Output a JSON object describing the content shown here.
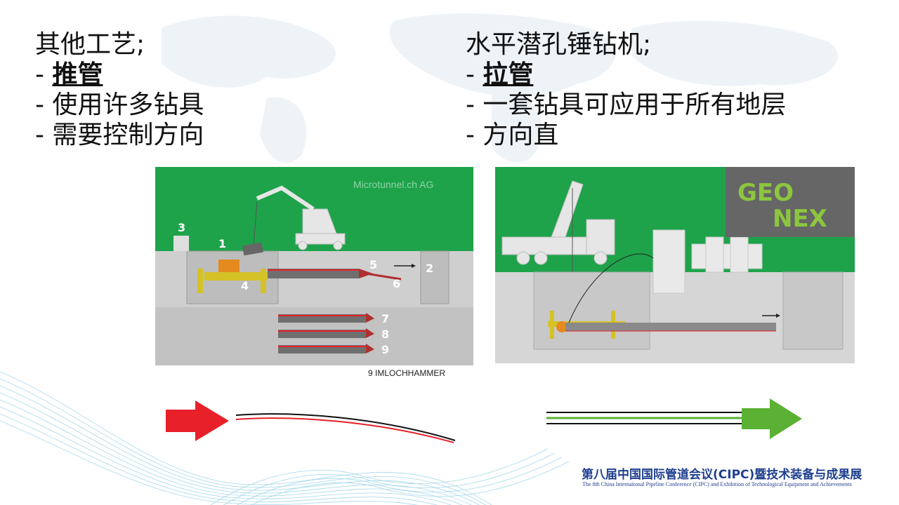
{
  "left": {
    "title": "其他工艺;",
    "bold_item": "- 推管",
    "items": [
      "- 使用许多钻具",
      "- 需要控制方向"
    ]
  },
  "right": {
    "title": "水平潜孔锤钻机;",
    "bold_item": "- 拉管",
    "items": [
      "- 一套钻具可应用于所有地层",
      "- 方向直"
    ]
  },
  "diagram_left": {
    "watermark": "Microtunnel.ch AG",
    "numbers": [
      "1",
      "2",
      "3",
      "4",
      "5",
      "6",
      "7",
      "8",
      "9"
    ],
    "caption": "9 IMLOCHHAMMER"
  },
  "diagram_right": {
    "logo_top": "GEO",
    "logo_bottom": "NEX"
  },
  "footer": {
    "cn": "第八届中国国际管道会议(CIPC)暨技术装备与成果展",
    "en": "The 8th China International Pipeline Conference (CIPC) and Exhibition of Technological Equipment and Achievements"
  },
  "colors": {
    "green": "#1ea34a",
    "red_arrow": "#e8202a",
    "green_arrow": "#5ab133",
    "footer_blue": "#1f3f8f"
  }
}
